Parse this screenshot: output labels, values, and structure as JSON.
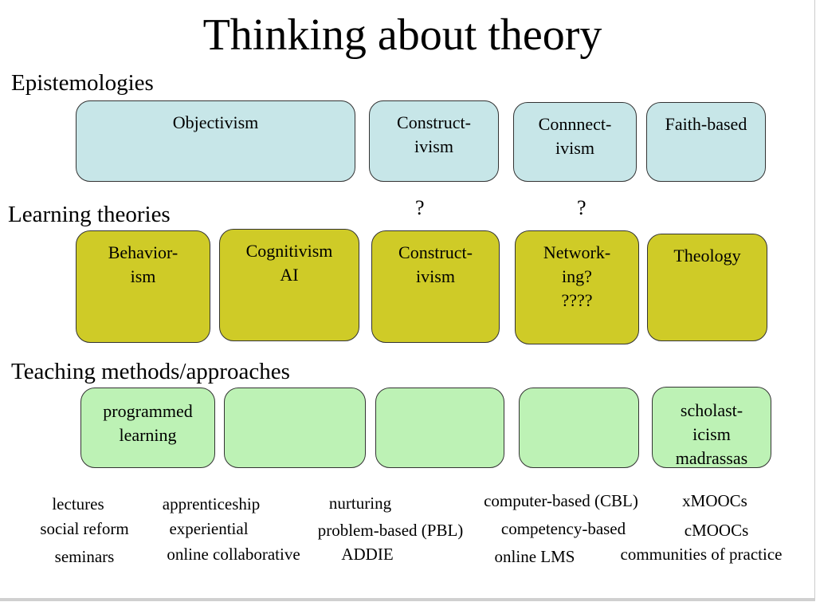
{
  "title": "Thinking about theory",
  "sections": {
    "epistemologies": {
      "label": "Epistemologies",
      "boxes": [
        "Objectivism",
        "Construct-\nivism",
        "Connnect-\nivism",
        "Faith-based"
      ]
    },
    "learning_theories": {
      "label": "Learning theories",
      "question_marks": [
        "?",
        "?"
      ],
      "boxes": [
        "Behavior-\nism",
        "Cognitivism\nAI",
        "Construct-\nivism",
        "Network-\ning?\n????",
        "Theology"
      ]
    },
    "teaching_methods": {
      "label": "Teaching methods/approaches",
      "boxes": [
        "programmed\nlearning",
        "",
        "",
        "",
        "scholast-\nicism\nmadrassas"
      ]
    }
  },
  "examples": {
    "col1": [
      "lectures",
      "social reform",
      "seminars"
    ],
    "col2": [
      "apprenticeship",
      "experiential",
      "online collaborative"
    ],
    "col3": [
      "nurturing",
      "problem-based (PBL)",
      "ADDIE"
    ],
    "col4": [
      "computer-based (CBL)",
      "competency-based",
      "online LMS"
    ],
    "col5": [
      "xMOOCs",
      "cMOOCs",
      "communities of practice"
    ]
  },
  "colors": {
    "epistemology": "#c7e6e8",
    "learning_theory": "#cfcb27",
    "teaching_method": "#bdf2b5"
  }
}
